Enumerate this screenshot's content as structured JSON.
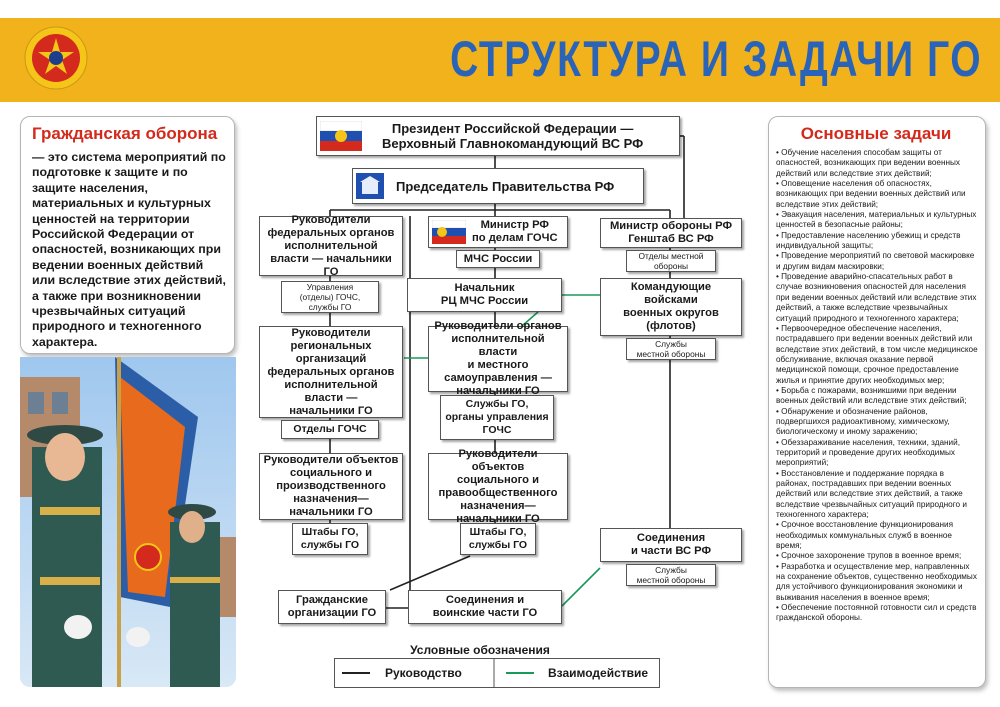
{
  "header": {
    "title": "СТРУКТУРА И ЗАДАЧИ ГО"
  },
  "left": {
    "title": "Гражданская оборона",
    "text": "— это система мероприятий по подготовке к защите и по защите населения, материальных и культурных ценностей на территории Российской Федерации от опасностей, возникающих при ведении военных действий или вследствие этих действий, а также при возникновении чрезвычайных ситуаций природного и техногенного характера."
  },
  "right": {
    "title": "Основные задачи",
    "tasks": [
      "• Обучение населения способам защиты от опасностей, возникающих при ведении военных действий или вследствие этих действий;",
      "• Оповещение населения об опасностях, возникающих при ведении военных действий или вследствие этих действий;",
      "• Эвакуация населения, материальных и культурных ценностей в безопасные районы;",
      "• Предоставление населению убежищ и средств индивидуальной защиты;",
      "• Проведение мероприятий по световой маскировке и другим видам маскировки;",
      "• Проведение аварийно-спасательных работ в случае возникновения опасностей для населения при ведении военных действий или вследствие этих действий, а также вследствие чрезвычайных ситуаций природного и техногенного характера;",
      "• Первоочередное обеспечение населения, пострадавшего при ведении военных действий или вследствие этих действий, в том числе медицинское обслуживание, включая оказание первой медицинской помощи, срочное предоставление жилья и принятие других необходимых мер;",
      "• Борьба с пожарами, возникшими при ведении военных действий или вследствие этих действий;",
      "• Обнаружение и обозначение районов, подвергшихся радиоактивному, химическому, биологическому и иному заражению;",
      "• Обеззараживание населения, техники, зданий, территорий и проведение других необходимых мероприятий;",
      "• Восстановление и поддержание порядка в районах, пострадавших при ведении военных действий или вследствие этих действий, а также вследствие чрезвычайных ситуаций природного и техногенного характера;",
      "• Срочное восстановление функционирования необходимых коммунальных служб в военное время;",
      "• Срочное захоронение трупов в военное время;",
      "• Разработка и осуществление мер, направленных на сохранение объектов, существенно необходимых для устойчивого функционирования экономики и выживания населения в военное время;",
      "• Обеспечение постоянной готовности сил и средств гражданской обороны."
    ]
  },
  "chart": {
    "president": [
      "Президент Российской Федерации —",
      "Верховный Главнокомандующий ВС РФ"
    ],
    "chairman": "Председатель Правительства РФ",
    "fed_heads": [
      "Руководители",
      "федеральных органов",
      "исполнительной",
      "власти — начальники ГО"
    ],
    "fed_services": [
      "Управления",
      "(отделы) ГОЧС,",
      "службы ГО"
    ],
    "minister_mchs": [
      "Министр РФ",
      "по делам ГОЧС"
    ],
    "mchs": "МЧС России",
    "minister_def": [
      "Министр обороны РФ",
      "Генштаб ВС РФ"
    ],
    "def_depts": [
      "Отделы местной",
      "обороны"
    ],
    "rc_head": [
      "Начальник",
      "РЦ МЧС России"
    ],
    "district_cmd": [
      "Командующие",
      "войсками",
      "военных округов",
      "(флотов)"
    ],
    "district_services": [
      "Службы",
      "местной обороны"
    ],
    "reg_heads": [
      "Руководители",
      "региональных",
      "организаций",
      "федеральных органов",
      "исполнительной",
      "власти —",
      "начальники ГО"
    ],
    "reg_depts": "Отделы ГОЧС",
    "local_heads": [
      "Руководители органов",
      "исполнительной власти",
      "и местного",
      "самоуправления —",
      "начальники ГО"
    ],
    "local_services": [
      "Службы ГО,",
      "органы управления",
      "ГОЧС"
    ],
    "obj_prod": [
      "Руководители объектов",
      "социального и",
      "производственного",
      "назначения—",
      "начальники ГО"
    ],
    "obj_prod_hq": [
      "Штабы ГО,",
      "службы ГО"
    ],
    "obj_law": [
      "Руководители объектов",
      "социального и",
      "правообщественного",
      "назначения—",
      "начальники ГО"
    ],
    "obj_law_hq": [
      "Штабы ГО,",
      "службы ГО"
    ],
    "armed_units": [
      "Соединения",
      "и части ВС РФ"
    ],
    "armed_services": [
      "Службы",
      "местной обороны"
    ],
    "civil_orgs": [
      "Гражданские",
      "организации ГО"
    ],
    "go_units": [
      "Соединения и",
      "воинские части ГО"
    ]
  },
  "legend": {
    "title": "Условные обозначения",
    "items": [
      {
        "label": "Руководство",
        "color": "#222222"
      },
      {
        "label": "Взаимодействие",
        "color": "#1a9a5a"
      }
    ]
  },
  "colors": {
    "header": "#f2b21b",
    "title_blue": "#2a64b8",
    "accent_red": "#d32a1c",
    "interaction_green": "#1a9a5a"
  }
}
